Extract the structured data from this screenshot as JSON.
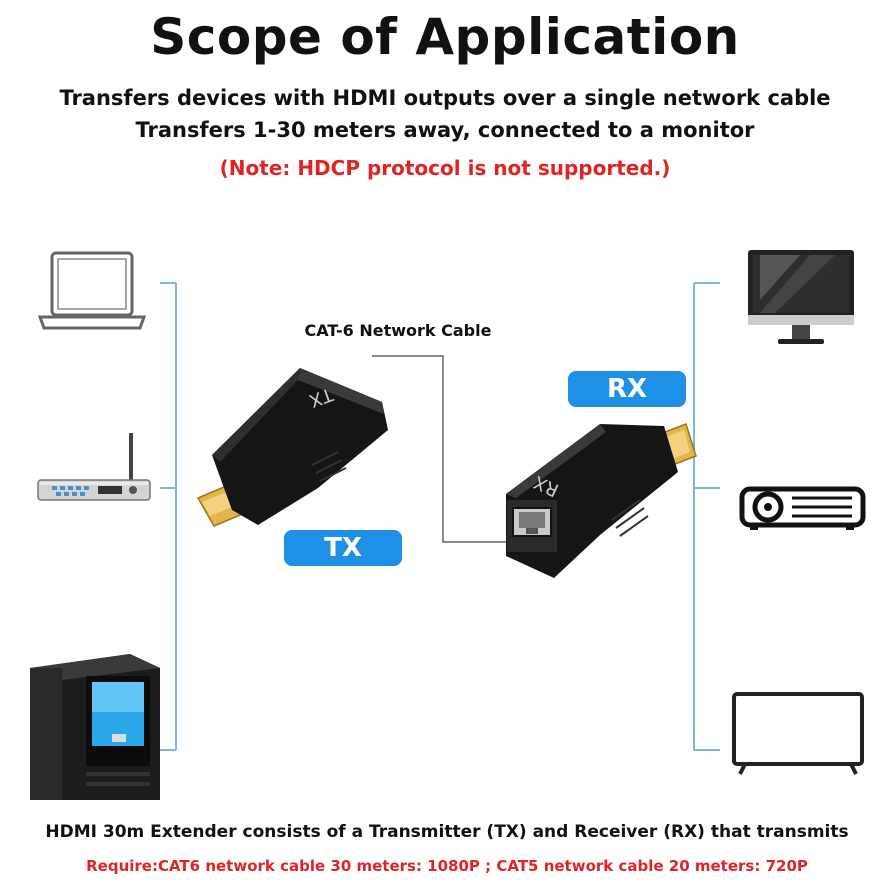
{
  "header": {
    "title": "Scope of Application",
    "line1": "Transfers devices with HDMI outputs over a single network cable",
    "line2": "Transfers 1-30 meters away, connected to a monitor",
    "note": "(Note: HDCP protocol is not supported.)"
  },
  "diagram": {
    "cable_label": "CAT-6 Network Cable",
    "tx_pill": "TX",
    "rx_pill": "RX",
    "tx_device_text": "TX",
    "rx_device_text": "RX",
    "source_icons": [
      "laptop-icon",
      "set-top-box-icon",
      "desktop-tower-icon"
    ],
    "display_icons": [
      "monitor-icon",
      "projector-icon",
      "tv-icon"
    ]
  },
  "footer": {
    "line1": "HDMI 30m Extender consists of a Transmitter (TX) and Receiver (RX) that transmits",
    "line2": "Require:CAT6 network cable 30 meters: 1080P ; CAT5 network cable 20 meters: 720P"
  },
  "colors": {
    "accent": "#1e90e6",
    "note_red": "#e02424",
    "line_blue": "#7fb6dc",
    "device_black": "#1a1a1a"
  }
}
